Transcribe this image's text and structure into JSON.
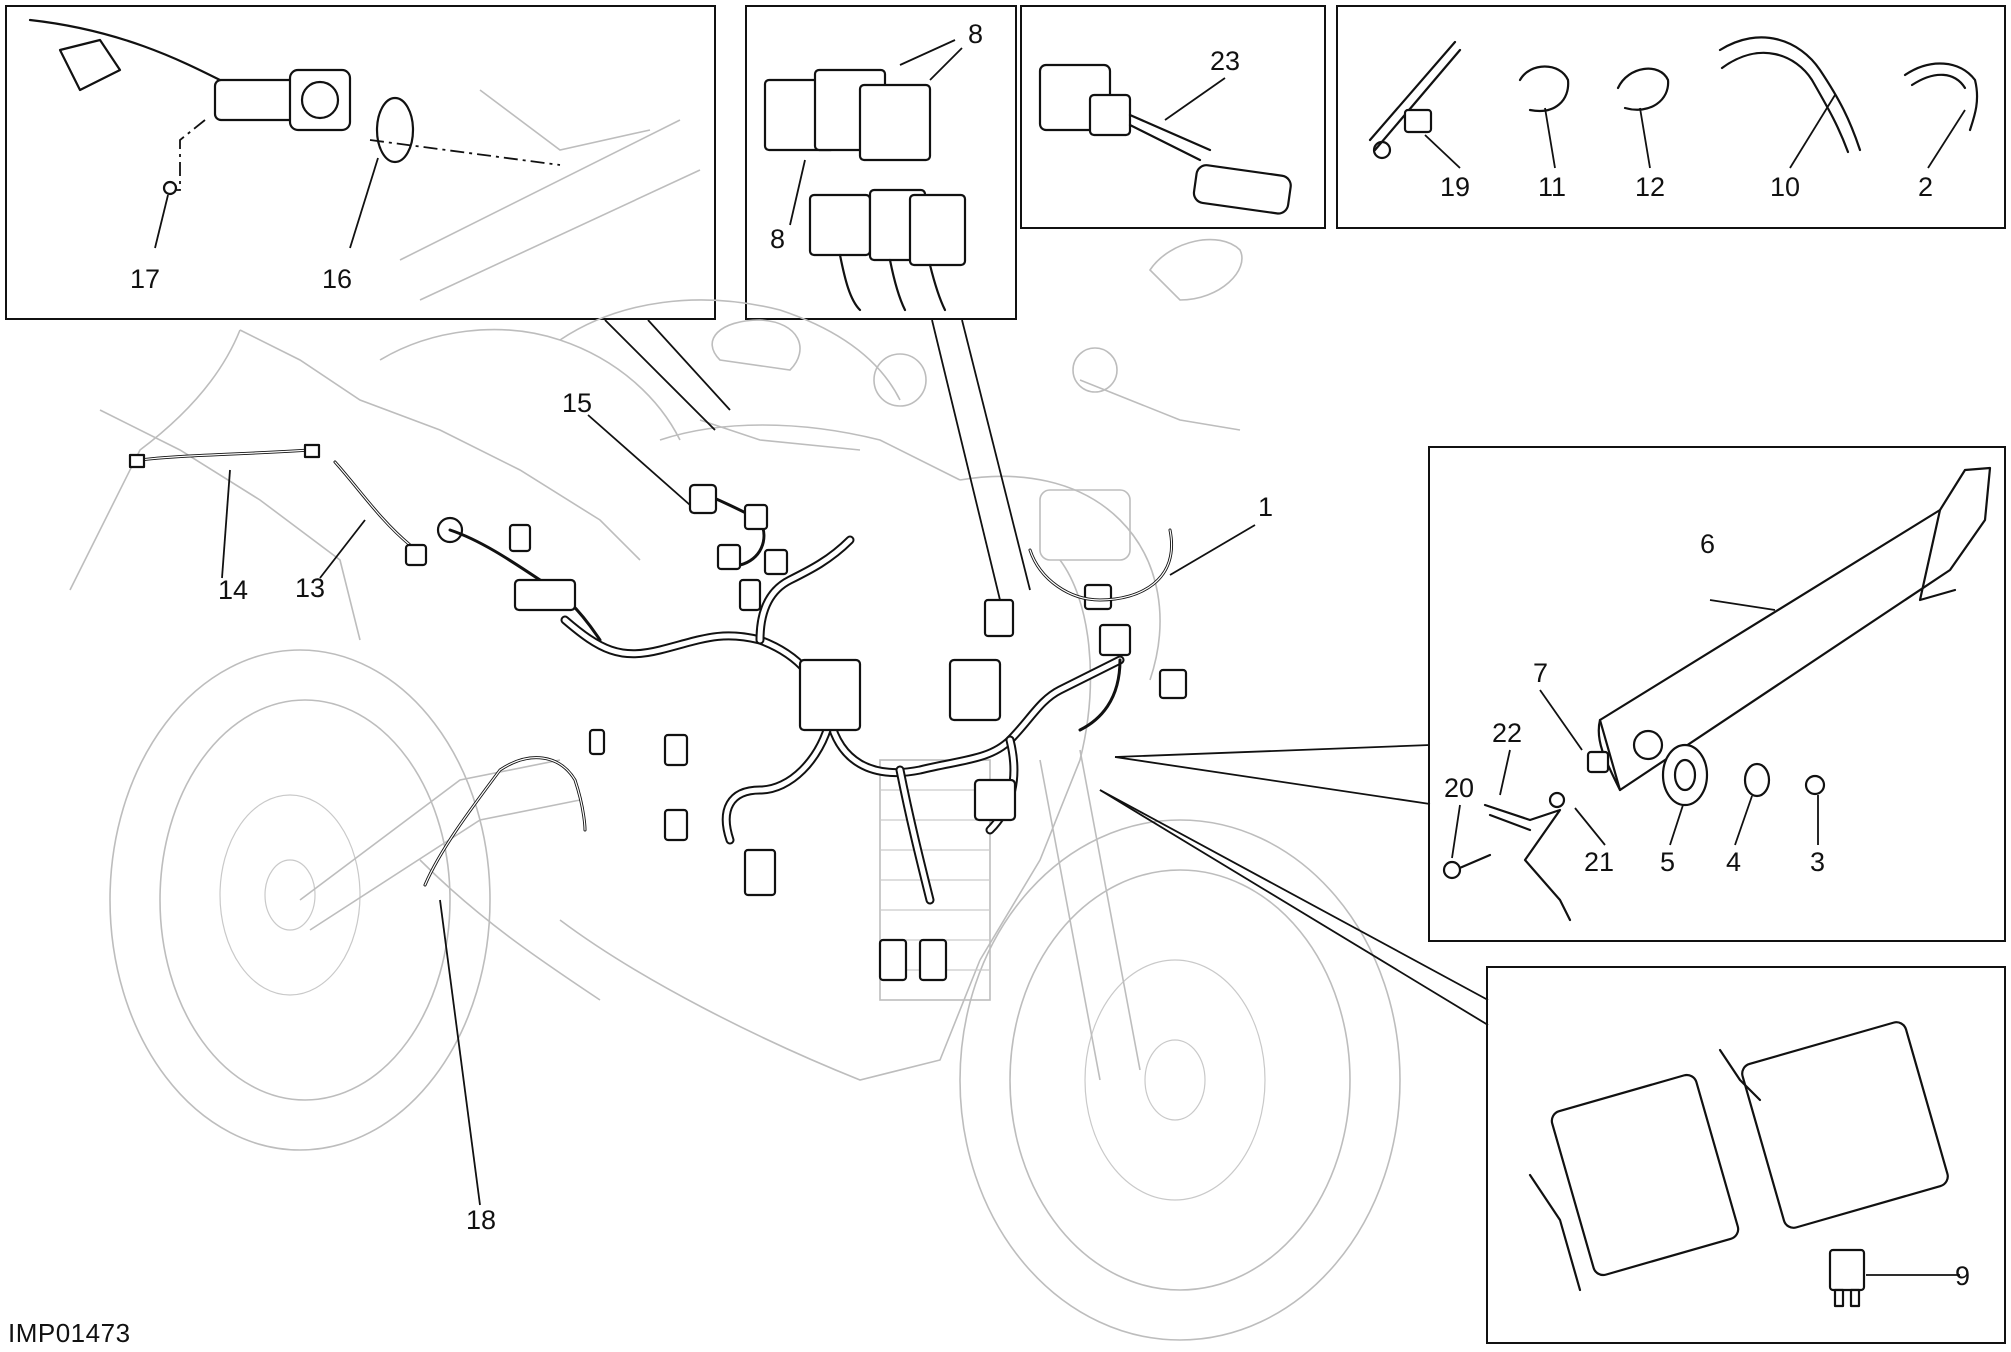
{
  "diagram": {
    "drawing_code": "IMP01473",
    "callouts": {
      "n1": "1",
      "n2": "2",
      "n3": "3",
      "n4": "4",
      "n5": "5",
      "n6": "6",
      "n7": "7",
      "n8a": "8",
      "n8b": "8",
      "n9": "9",
      "n10": "10",
      "n11": "11",
      "n12": "12",
      "n13": "13",
      "n14": "14",
      "n15": "15",
      "n16": "16",
      "n17": "17",
      "n18": "18",
      "n19": "19",
      "n20": "20",
      "n21": "21",
      "n22": "22",
      "n23": "23"
    },
    "icons": {
      "motorcycle": "motorcycle-outline-icon",
      "relay": "relay-icon",
      "fuse": "blade-fuse-icon",
      "cable_tie": "cable-tie-icon"
    },
    "colors": {
      "line": "#111111",
      "ghost": "#bdbdbd",
      "background": "#ffffff"
    }
  }
}
